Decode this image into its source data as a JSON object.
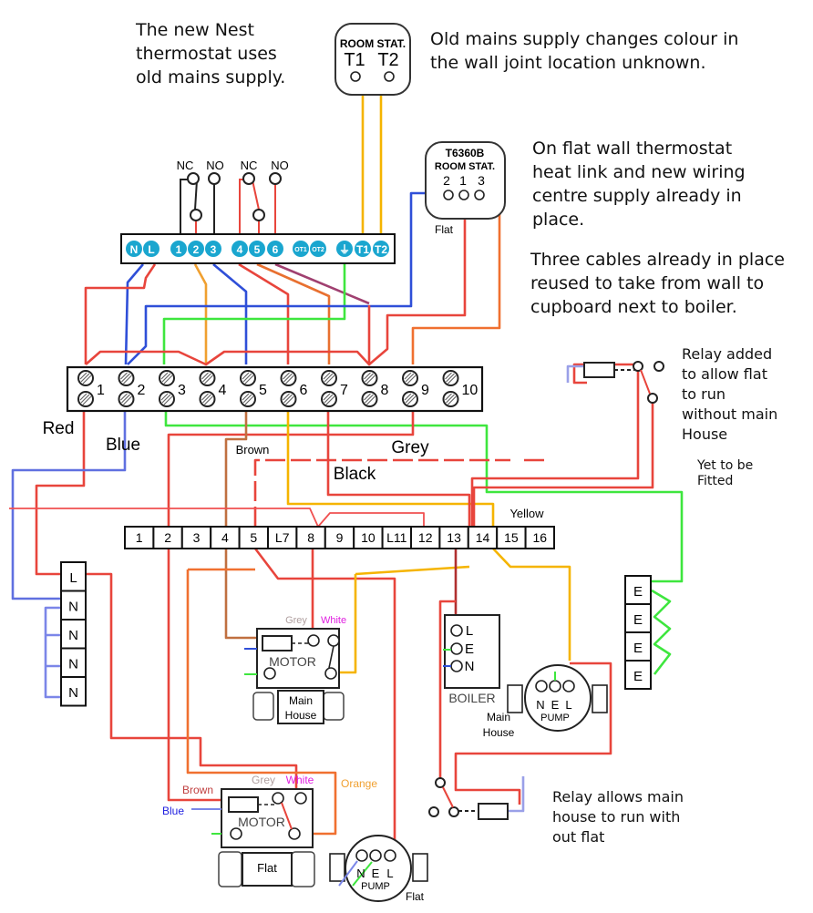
{
  "notes": {
    "nest": "The new Nest\nthermostat uses\nold mains supply.",
    "old_mains": "Old mains supply changes colour in\nthe wall joint location unknown.",
    "flat_stat": "On flat wall thermostat\nheat link and new wiring\ncentre supply already in\nplace.",
    "three_cables": "Three cables already in place\nreused to take from wall to\ncupboard next to boiler.",
    "relay_added": "Relay added\nto allow flat\nto run\nwithout main\nHouse",
    "yet_to_fit": "Yet to be\nFitted",
    "relay_allows": "Relay allows main\nhouse to run with\nout flat"
  },
  "room_stat_main": {
    "title": "ROOM STAT.",
    "t1": "T1",
    "t2": "T2"
  },
  "room_stat_flat": {
    "model": "T6360B",
    "title": "ROOM STAT.",
    "terminals": [
      "2",
      "1",
      "3"
    ],
    "label": "Flat"
  },
  "nest_heatlink": {
    "relay_labels": [
      "NC",
      "NO",
      "NC",
      "NO"
    ],
    "terminals": [
      "N",
      "L",
      "1",
      "2",
      "3",
      "4",
      "5",
      "6",
      "OT1",
      "OT2",
      "⏚",
      "T1",
      "T2"
    ],
    "accent_color": "#1aa6cf"
  },
  "junction_strip": {
    "terminals": [
      "1",
      "2",
      "3",
      "4",
      "5",
      "6",
      "7",
      "8",
      "9",
      "10"
    ]
  },
  "wiring_centre": {
    "terminals": [
      "1",
      "2",
      "3",
      "4",
      "5",
      "L7",
      "8",
      "9",
      "10",
      "L11",
      "12",
      "13",
      "14",
      "15",
      "16"
    ]
  },
  "wire_labels": {
    "red": "Red",
    "blue": "Blue",
    "brown": "Brown",
    "grey": "Grey",
    "black": "Black",
    "yellow": "Yellow"
  },
  "mains_block": {
    "terminals": [
      "L",
      "N",
      "N",
      "N",
      "N"
    ]
  },
  "earth_block": {
    "terminals": [
      "E",
      "E",
      "E",
      "E"
    ]
  },
  "main_motor": {
    "title": "MOTOR",
    "valve_label_1": "Main",
    "valve_label_2": "House",
    "grey": "Grey",
    "white": "White"
  },
  "flat_motor": {
    "title": "MOTOR",
    "valve_label": "Flat",
    "brown": "Brown",
    "blue": "Blue",
    "grey": "Grey",
    "white": "White",
    "orange": "Orange"
  },
  "boiler": {
    "title": "BOILER",
    "terminals": [
      "L",
      "E",
      "N"
    ]
  },
  "main_pump": {
    "title": "PUMP",
    "terminals": [
      "N",
      "E",
      "L"
    ],
    "label_1": "Main",
    "label_2": "House"
  },
  "flat_pump": {
    "title": "PUMP",
    "terminals": [
      "N",
      "E",
      "L"
    ],
    "label": "Flat"
  },
  "colors": {
    "red": "#e8453c",
    "blue": "#2f4fd8",
    "lightblue": "#7b86e8",
    "green": "#3ee63e",
    "orange": "#f0a030",
    "yellow": "#f5b400",
    "brown": "#c07040",
    "black": "#222222",
    "purple": "#a04080",
    "grey_text": "#b0a0a0",
    "magenta_text": "#e020e0",
    "orange_text": "#f0a030",
    "blue_text": "#2020e0"
  }
}
